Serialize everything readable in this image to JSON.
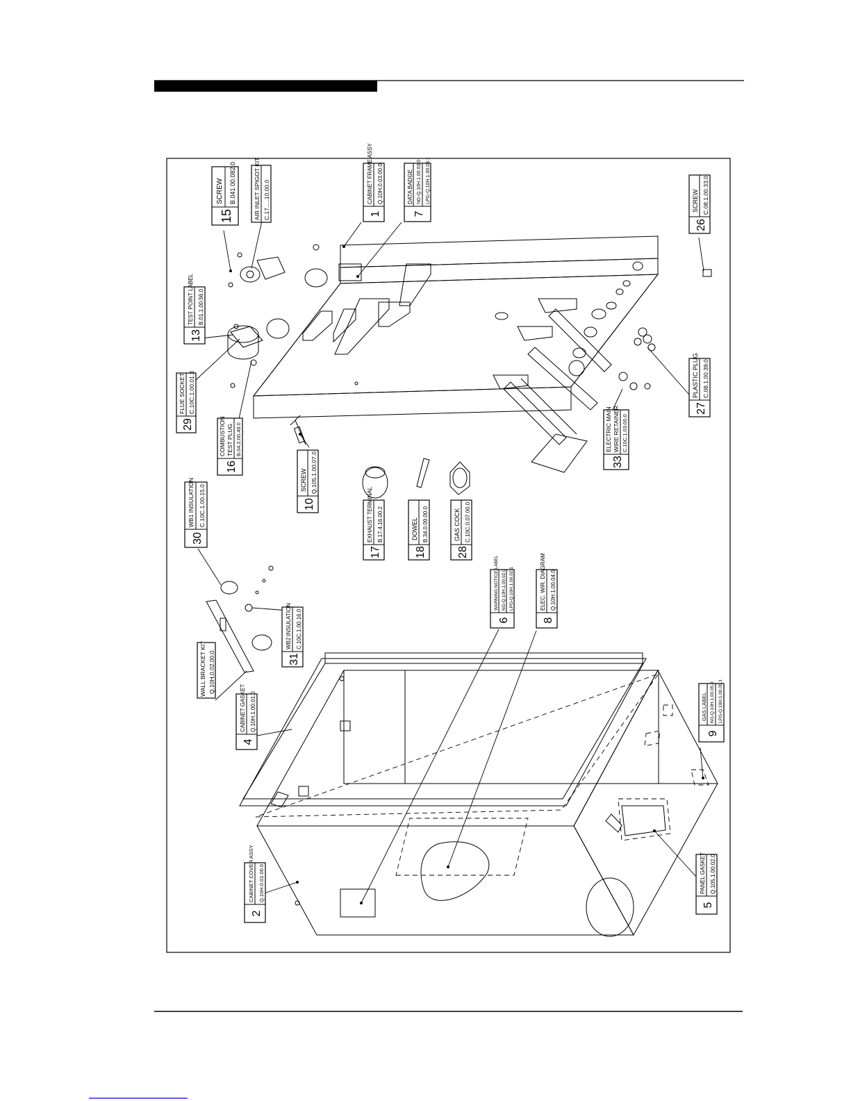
{
  "page": {
    "header_bar_color": "#000000",
    "ink_color": "#000000",
    "footer_link_color": "#0000ee"
  },
  "callouts": [
    {
      "num": "15",
      "name": "SCREW",
      "code": "B.041.00.082.0",
      "id": "c15"
    },
    {
      "num": "",
      "name": "AIR INLET SPIGOT KIT",
      "code": "C.17.....10.00.0",
      "id": "c-air"
    },
    {
      "num": "1",
      "name": "CABINET FRAME ASSY",
      "code": "Q.10H.0.03.00.0",
      "id": "c1"
    },
    {
      "num": "7",
      "name": "DATA BADGE",
      "code": "NG-Q.10H.1.00.03.0",
      "code2": "LPG-Q.10H.1.00.03.1",
      "id": "c7"
    },
    {
      "num": "13",
      "name": "TEST POINT LABEL",
      "code": "B.01.1.00.56.0",
      "id": "c13"
    },
    {
      "num": "29",
      "name": "FLUE SOCKET",
      "code": "C.10C.1.00.01.3",
      "id": "c29"
    },
    {
      "num": "16",
      "name": "COMBUSTION",
      "name2": "TEST PLUG",
      "code": "B.04.2.00.49.0",
      "id": "c16"
    },
    {
      "num": "10",
      "name": "SCREW",
      "code": "Q.105.1.00.07.0",
      "id": "c10"
    },
    {
      "num": "30",
      "name": "WB1 INSULATION",
      "code": "C.10C.1.00.15.0",
      "id": "c30"
    },
    {
      "num": "17",
      "name": "EXHAUST TERMINAL",
      "code": "B.17.4.16.00.2",
      "id": "c17"
    },
    {
      "num": "18",
      "name": "DOWEL",
      "code": "B.34.0.09.00.0",
      "id": "c18"
    },
    {
      "num": "28",
      "name": "GAS COCK",
      "code": "C.10C.0.07.00.0",
      "id": "c28"
    },
    {
      "num": "33",
      "name": "ELECTRIC MAIN",
      "name2": "WIRE RETAINER",
      "code": "C.10C.1.03.00.0",
      "id": "c33"
    },
    {
      "num": "26",
      "name": "SCREW",
      "code": "C.08.1.00.33.0",
      "id": "c26"
    },
    {
      "num": "27",
      "name": "PLASTIC PLUG",
      "code": "C.08.1.00.39.0",
      "id": "c27"
    },
    {
      "num": "6",
      "name": "WARNING NOTICE LABEL",
      "code": "NG-Q.10H.1.00.02.0",
      "code2": "LPG-Q.10H.1.00.02.1",
      "id": "c6"
    },
    {
      "num": "8",
      "name": "ELEC. WIR. DIAGRAM",
      "code": "Q.10H.1.00.04.0",
      "id": "c8"
    },
    {
      "num": "31",
      "name": "WB2 INSULATION",
      "code": "C.10C.1.00.16.0",
      "id": "c31"
    },
    {
      "num": "",
      "name": "WALL BRACKET KIT",
      "code": "Q.10H.0.02.00.0",
      "id": "c-wall"
    },
    {
      "num": "4",
      "name": "CABINET GASKET",
      "code": "Q.10H.1.00.01.0",
      "id": "c4"
    },
    {
      "num": "9",
      "name": "GAS LABEL",
      "code": "NG-Q.10H.1.00.05.0",
      "code2": "LPG-Q.10H.1.00.05.1",
      "id": "c9"
    },
    {
      "num": "2",
      "name": "CABINET COVER ASSY",
      "code": "Q.10H.0.01.00.0",
      "id": "c2"
    },
    {
      "num": "5",
      "name": "PANEL GASKET",
      "code": "Q.105.1.00.02.0",
      "id": "c5"
    }
  ]
}
